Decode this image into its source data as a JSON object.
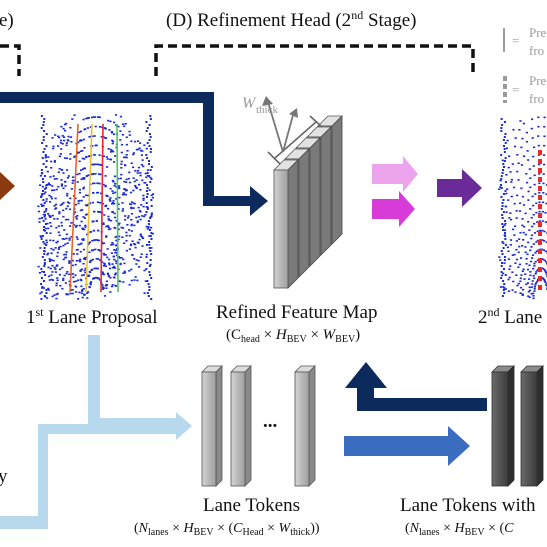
{
  "header": {
    "left_fragment": "e)",
    "stage_prefix": "(D) Refinement Head (2",
    "stage_sup": "nd",
    "stage_suffix": " Stage)"
  },
  "legend": {
    "solid_line": {
      "text1": "Pre",
      "text2": "fro"
    },
    "dashed_line": {
      "text1": "Pre",
      "text2": "fro"
    }
  },
  "lane_proposal": {
    "sup": "st",
    "label_pre": "1",
    "label_post": " Lane Proposal"
  },
  "refined_feature_map": {
    "title": "Refined Feature Map",
    "dims": "(C_head × H_BEV × W_BEV)",
    "width_label": "W_thick"
  },
  "second_lane": {
    "label_pre": "2",
    "sup": "nd",
    "label_post": " Lane"
  },
  "lane_tokens": {
    "title": "Lane Tokens",
    "dims": "(N_lanes × H_BEV × (C_Head × W_thick))",
    "ellipsis": "..."
  },
  "lane_tokens_with": {
    "title": "Lane Tokens with",
    "dims": "(N_lanes × H_BEV × (C"
  },
  "left_fragment_bottom": "y",
  "colors": {
    "navy": "#0d2a5c",
    "light_blue": "#b8d8ee",
    "mid_blue": "#3a6cc0",
    "pink": "#e8a0e8",
    "magenta": "#d83cd8",
    "purple": "#6a2a98",
    "brown": "#8b3a10",
    "point_blue": "#1a2ad8"
  }
}
